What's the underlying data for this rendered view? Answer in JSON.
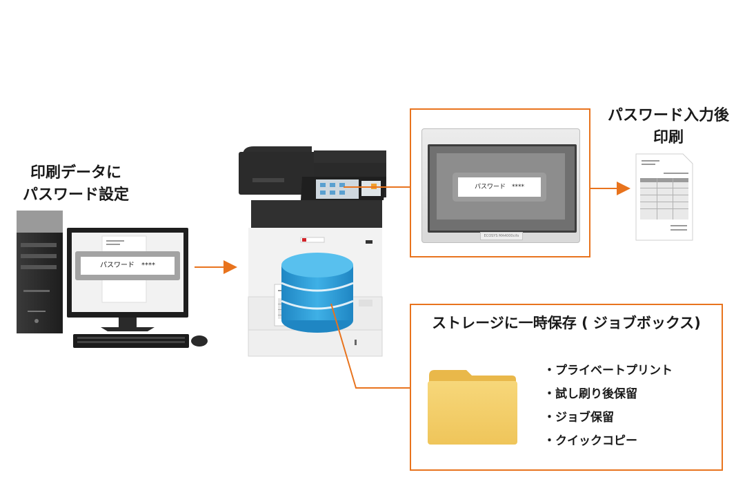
{
  "labels": {
    "pc_line1": "印刷データに",
    "pc_line2": "パスワード設定",
    "after_line1": "パスワード入力後",
    "after_line2": "印刷",
    "storage_title": "ストレージに一時保存 ( ジョブボックス)"
  },
  "pc_screen": {
    "password_text": "パスワード　****"
  },
  "panel": {
    "password_text": "パスワード　****",
    "model_text": "ECOSYS MA4000cifx"
  },
  "storage_items": [
    "・プライベートプリント",
    "・試し刷り後保留",
    "・ジョブ保留",
    "・クイックコピー"
  ],
  "colors": {
    "accent": "#e8731d",
    "database": "#2f9bd4",
    "folder": "#f4c95f"
  }
}
